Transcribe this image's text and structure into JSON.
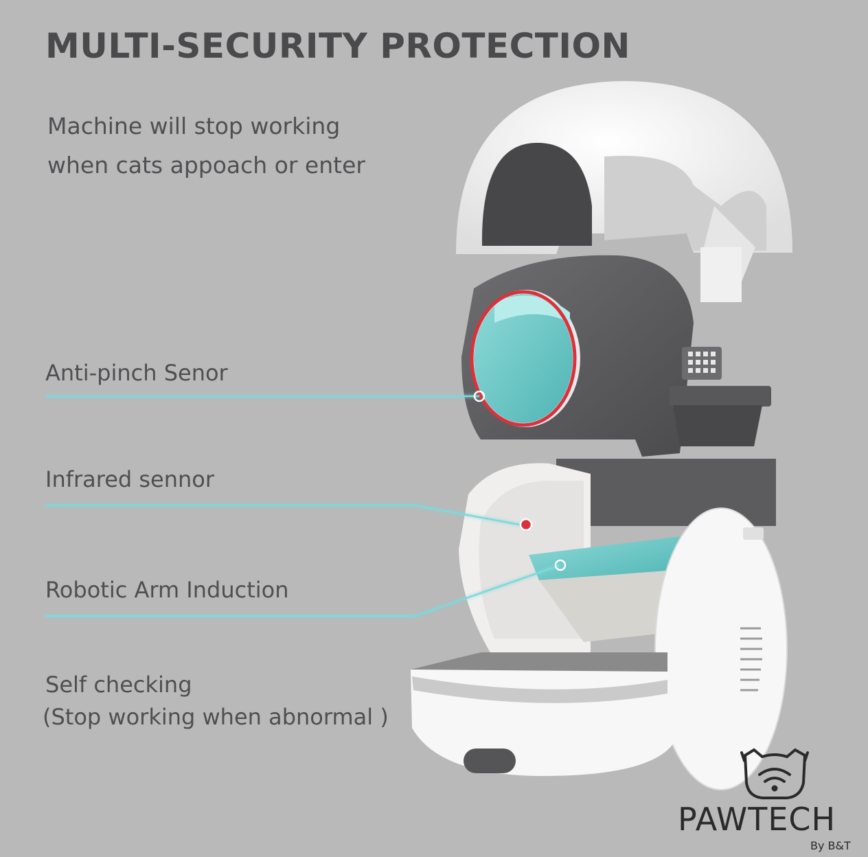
{
  "headline": "MULTI-SECURITY PROTECTION",
  "subtitle_lines": [
    "Machine will stop working",
    "when cats appoach or enter"
  ],
  "features": [
    {
      "label": "Anti-pinch Senor"
    },
    {
      "label": "Infrared sennor"
    },
    {
      "label": "Robotic Arm Induction"
    },
    {
      "label": "Self checking",
      "detail": "(Stop working when abnormal )"
    }
  ],
  "brand": {
    "name": "PAWTECH",
    "by": "By B&T"
  },
  "colors": {
    "background": "#b9b9b9",
    "text": "#4f4f52",
    "callout_line": "#7fd8dc",
    "sensor_ring": "#d9323d",
    "interior_teal": "#6ccbc9",
    "shell_white": "#f5f5f5",
    "shell_gray": "#5b5b5e"
  },
  "icons": [
    "cat-wifi-logo-icon"
  ]
}
